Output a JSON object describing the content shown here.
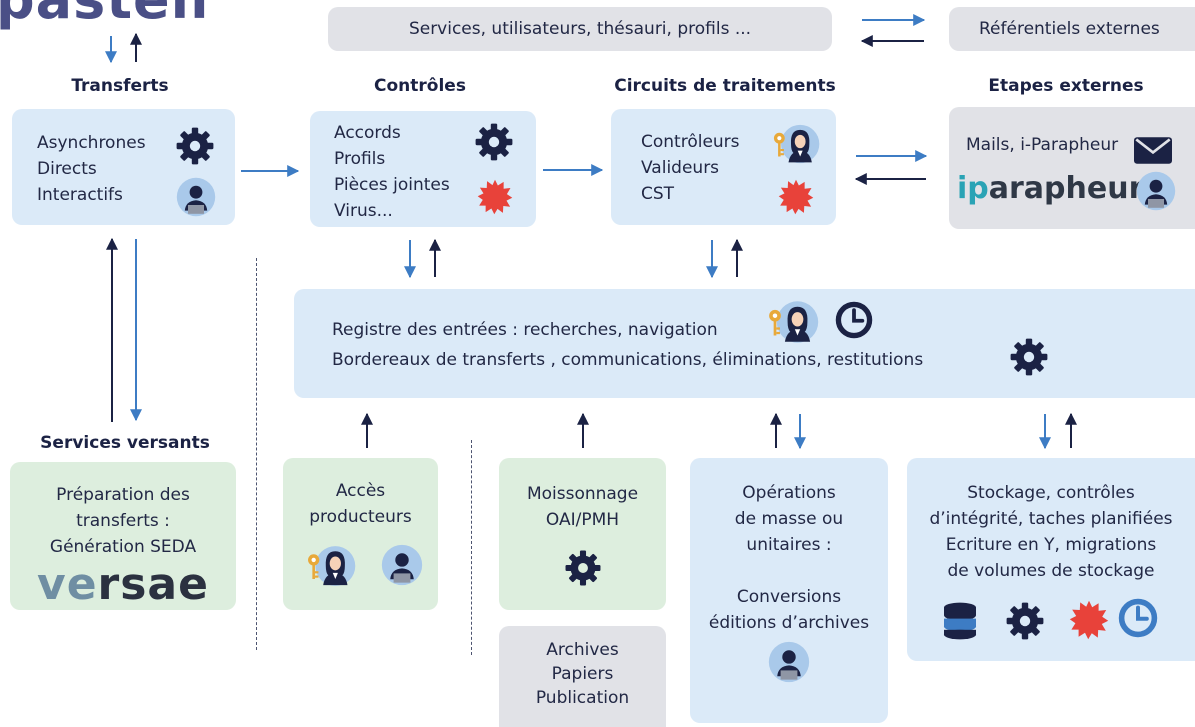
{
  "logos": {
    "pastell": "pastell",
    "iparapheur_ip": "ip",
    "iparapheur_rest": "arapheur",
    "versae_ve": "ve",
    "versae_rest": "rsae"
  },
  "top": {
    "services": "Services, utilisateurs, thésauri, profils ...",
    "referentiels": "Référentiels externes"
  },
  "headings": {
    "transferts": "Transferts",
    "controles": "Contrôles",
    "circuits": "Circuits de traitements",
    "etapes": "Etapes externes",
    "services_versants": "Services versants"
  },
  "transferts": [
    "Asynchrones",
    "Directs",
    "Interactifs"
  ],
  "controles": [
    "Accords",
    "Profils",
    "Pièces jointes",
    "Virus..."
  ],
  "circuits": [
    "Contrôleurs",
    "Valideurs",
    "CST"
  ],
  "etapes": {
    "mails": "Mails, i-Parapheur"
  },
  "registre": {
    "line1": "Registre des entrées : recherches, navigation",
    "line2": "Bordereaux de transferts , communications,  éliminations,  restitutions"
  },
  "preparation": [
    "Préparation des",
    "transferts :",
    "Génération SEDA"
  ],
  "acces": [
    "Accès",
    "producteurs"
  ],
  "moissonnage": [
    "Moissonnage",
    "OAI/PMH"
  ],
  "archives": [
    "Archives",
    "Papiers",
    "Publication"
  ],
  "operations": [
    "Opérations",
    "de masse ou",
    "unitaires :",
    "",
    "Conversions",
    "éditions d’archives"
  ],
  "stockage": [
    "Stockage, contrôles",
    "d’intégrité, taches planifiées",
    "Ecriture en Y, migrations",
    "de volumes de stockage"
  ],
  "icons": [
    "gear-icon",
    "user-laptop-icon",
    "user-key-icon",
    "virus-icon",
    "clock-icon",
    "mail-icon",
    "database-icon"
  ],
  "colors": {
    "accent_blue": "#3d7cc4",
    "dark_navy": "#1b2244",
    "box_blue": "#dbeaf8",
    "box_green": "#ddeede",
    "box_gray": "#e1e2e7",
    "virus_red": "#e8423a"
  }
}
